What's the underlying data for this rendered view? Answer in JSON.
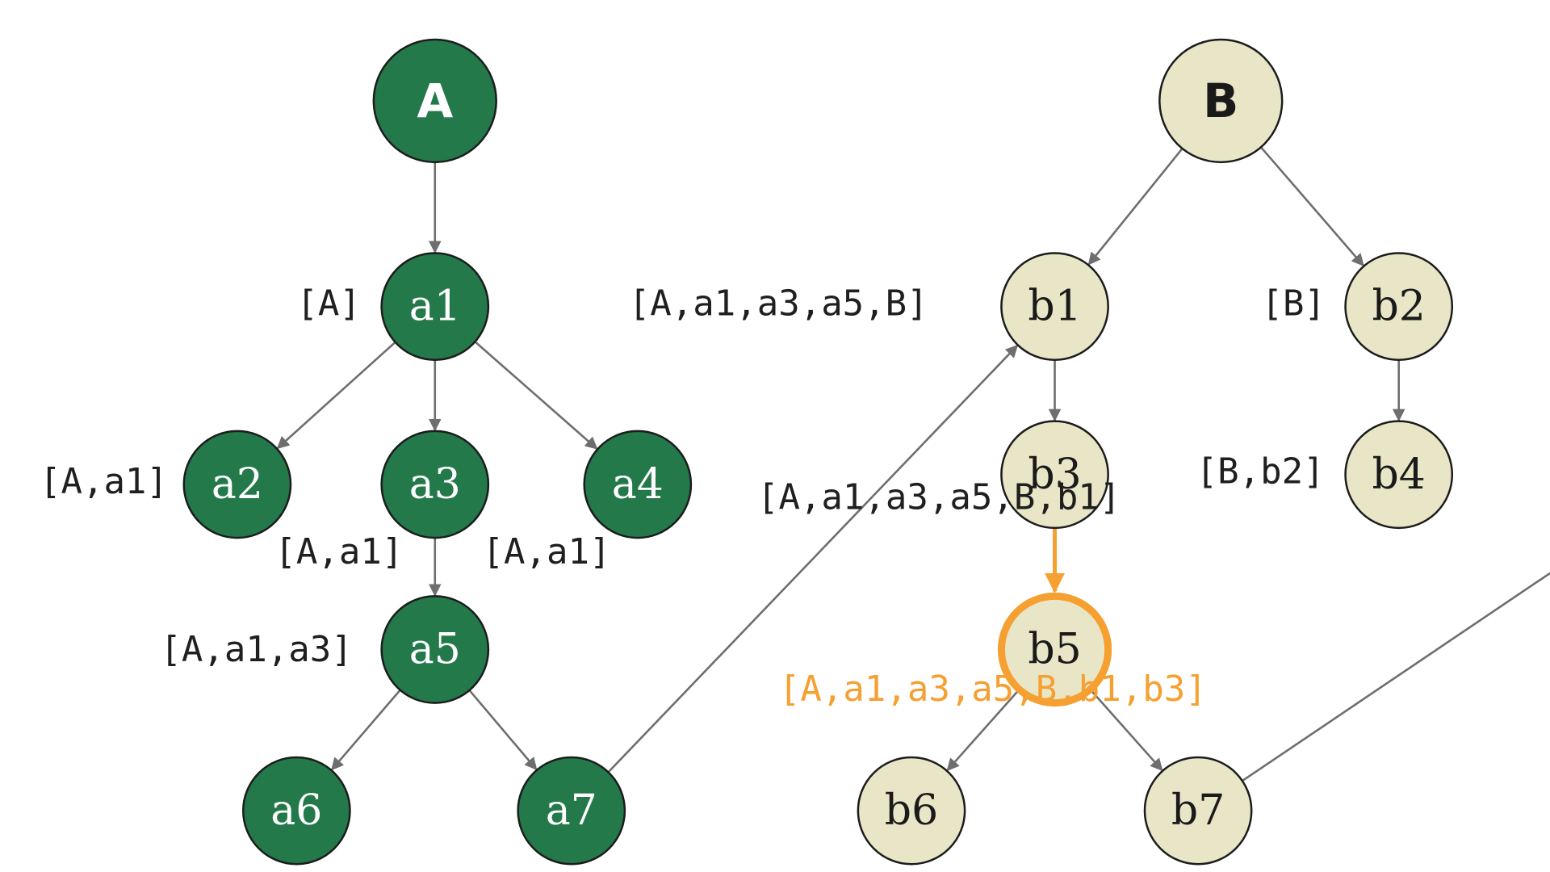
{
  "colors": {
    "tree_a_fill": "#23794a",
    "tree_b_fill": "#e9e6c7",
    "highlight": "#f5a030",
    "edge": "#6e6e6e"
  },
  "nodes": [
    {
      "id": "A",
      "label": "A",
      "group": "a",
      "root": true
    },
    {
      "id": "a1",
      "label": "a1",
      "group": "a"
    },
    {
      "id": "a2",
      "label": "a2",
      "group": "a"
    },
    {
      "id": "a3",
      "label": "a3",
      "group": "a"
    },
    {
      "id": "a4",
      "label": "a4",
      "group": "a"
    },
    {
      "id": "a5",
      "label": "a5",
      "group": "a"
    },
    {
      "id": "a6",
      "label": "a6",
      "group": "a"
    },
    {
      "id": "a7",
      "label": "a7",
      "group": "a"
    },
    {
      "id": "B",
      "label": "B",
      "group": "b",
      "root": true
    },
    {
      "id": "b1",
      "label": "b1",
      "group": "b"
    },
    {
      "id": "b2",
      "label": "b2",
      "group": "b"
    },
    {
      "id": "b3",
      "label": "b3",
      "group": "b"
    },
    {
      "id": "b4",
      "label": "b4",
      "group": "b"
    },
    {
      "id": "b5",
      "label": "b5",
      "group": "b",
      "highlight": true
    },
    {
      "id": "b6",
      "label": "b6",
      "group": "b"
    },
    {
      "id": "b7",
      "label": "b7",
      "group": "b"
    }
  ],
  "edges": [
    {
      "from": "A",
      "to": "a1"
    },
    {
      "from": "a1",
      "to": "a2"
    },
    {
      "from": "a1",
      "to": "a3"
    },
    {
      "from": "a1",
      "to": "a4"
    },
    {
      "from": "a3",
      "to": "a5"
    },
    {
      "from": "a5",
      "to": "a6"
    },
    {
      "from": "a5",
      "to": "a7"
    },
    {
      "from": "a7",
      "to": "b1"
    },
    {
      "from": "B",
      "to": "b1"
    },
    {
      "from": "B",
      "to": "b2"
    },
    {
      "from": "b1",
      "to": "b3"
    },
    {
      "from": "b2",
      "to": "b4"
    },
    {
      "from": "b3",
      "to": "b5",
      "highlight": true
    },
    {
      "from": "b5",
      "to": "b6"
    },
    {
      "from": "b5",
      "to": "b7"
    },
    {
      "from": "b7",
      "to": "offscreen"
    }
  ],
  "path_labels": [
    {
      "id": "a1",
      "text": "[A]"
    },
    {
      "id": "a2",
      "text": "[A,a1]"
    },
    {
      "id": "a3",
      "text": "[A,a1]"
    },
    {
      "id": "a4",
      "text": "[A,a1]"
    },
    {
      "id": "a5",
      "text": "[A,a1,a3]"
    },
    {
      "id": "b1",
      "text": "[A,a1,a3,a5,B]"
    },
    {
      "id": "b2",
      "text": "[B]"
    },
    {
      "id": "b3",
      "text": "[A,a1,a3,a5,B,b1]"
    },
    {
      "id": "b4",
      "text": "[B,b2]"
    },
    {
      "id": "b5",
      "text": "[A,a1,a3,a5,B,b1,b3]",
      "highlight": true
    }
  ]
}
